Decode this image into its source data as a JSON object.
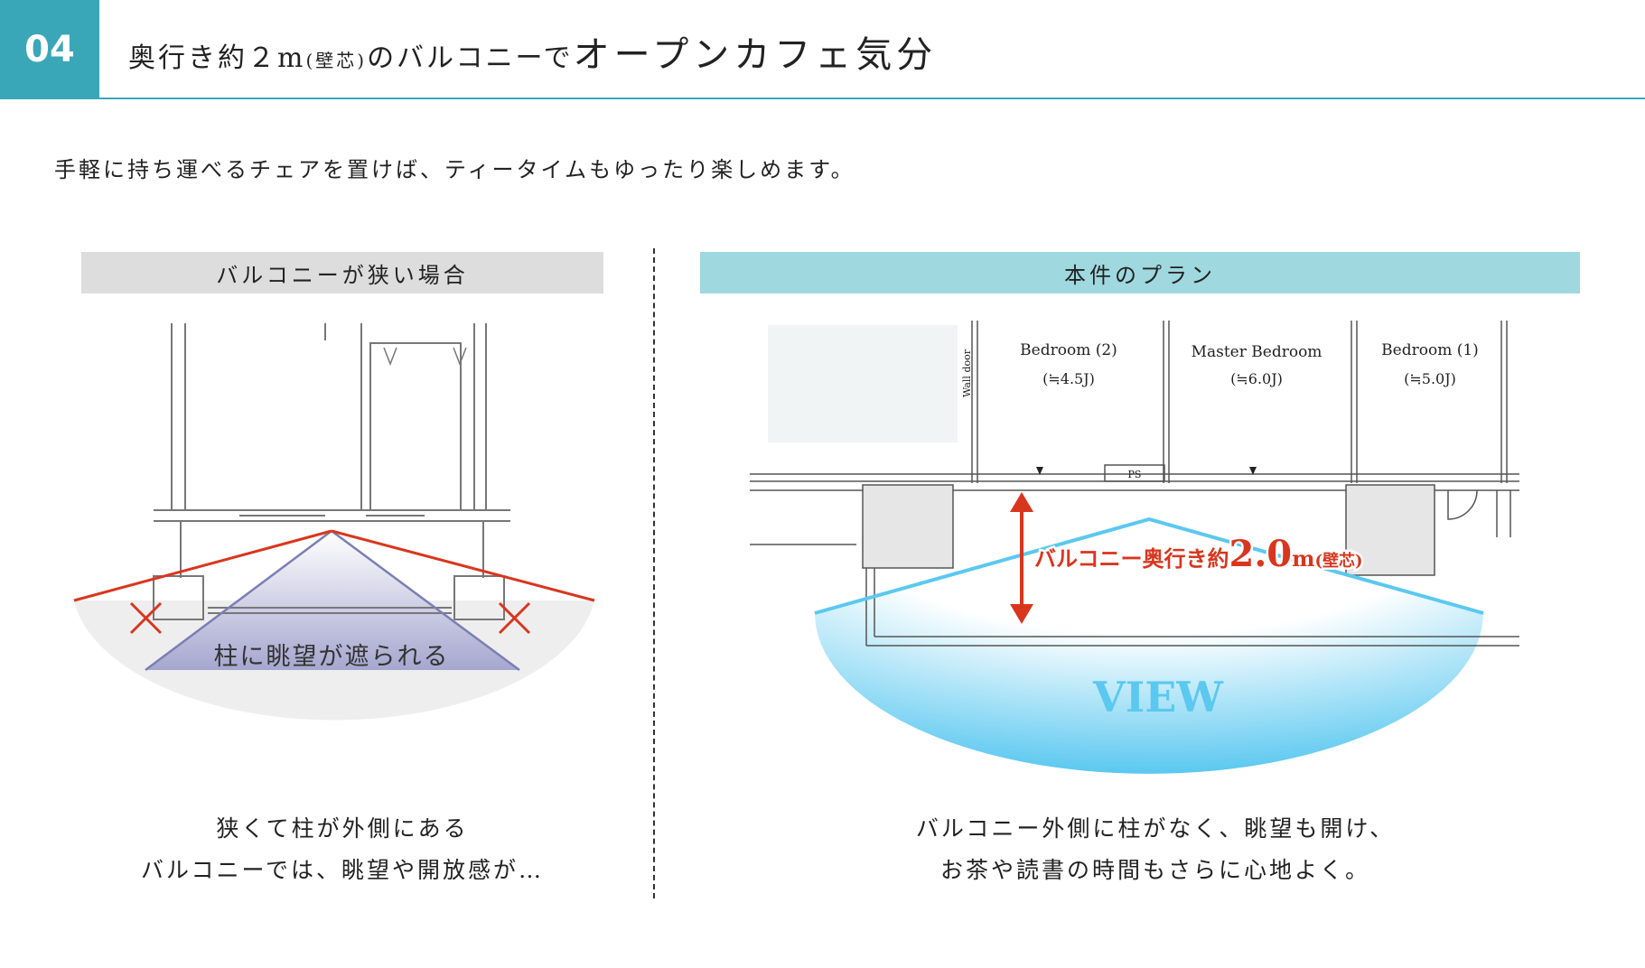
{
  "header": {
    "number": "04",
    "title_part1": "奥行き約２m",
    "title_part2": "(壁芯)",
    "title_part3": "のバルコニーで",
    "title_part4": "オープンカフェ気分"
  },
  "lead_text": "手軽に持ち運べるチェアを置けば、ティータイムもゆったり楽しめます。",
  "left_panel": {
    "heading": "バルコニーが狭い場合",
    "overlay_text": "柱に眺望が遮られる",
    "caption_line1": "狭くて柱が外側にある",
    "caption_line2": "バルコニーでは、眺望や開放感が…"
  },
  "right_panel": {
    "heading": "本件のプラン",
    "rooms": [
      {
        "name": "Bedroom (2)",
        "size": "(≒4.5J)"
      },
      {
        "name": "Master Bedroom",
        "size": "(≒6.0J)"
      },
      {
        "name": "Bedroom (1)",
        "size": "(≒5.0J)"
      }
    ],
    "wall_door_label": "Wall door",
    "ps_label": "PS",
    "depth_label_prefix": "バルコニー奥行き約",
    "depth_value": "2.0",
    "depth_unit": "m",
    "depth_note": "(壁芯)",
    "view_label": "VIEW",
    "caption_line1": "バルコニー外側に柱がなく、眺望も開け、",
    "caption_line2": "お茶や読書の時間もさらに心地よく。"
  },
  "colors": {
    "accent_teal": "#3aa7b8",
    "right_heading_bg": "#9fd8df",
    "left_heading_bg": "#dddddd",
    "view_blue": "#5bc8f0",
    "depth_red": "#d9361e"
  }
}
